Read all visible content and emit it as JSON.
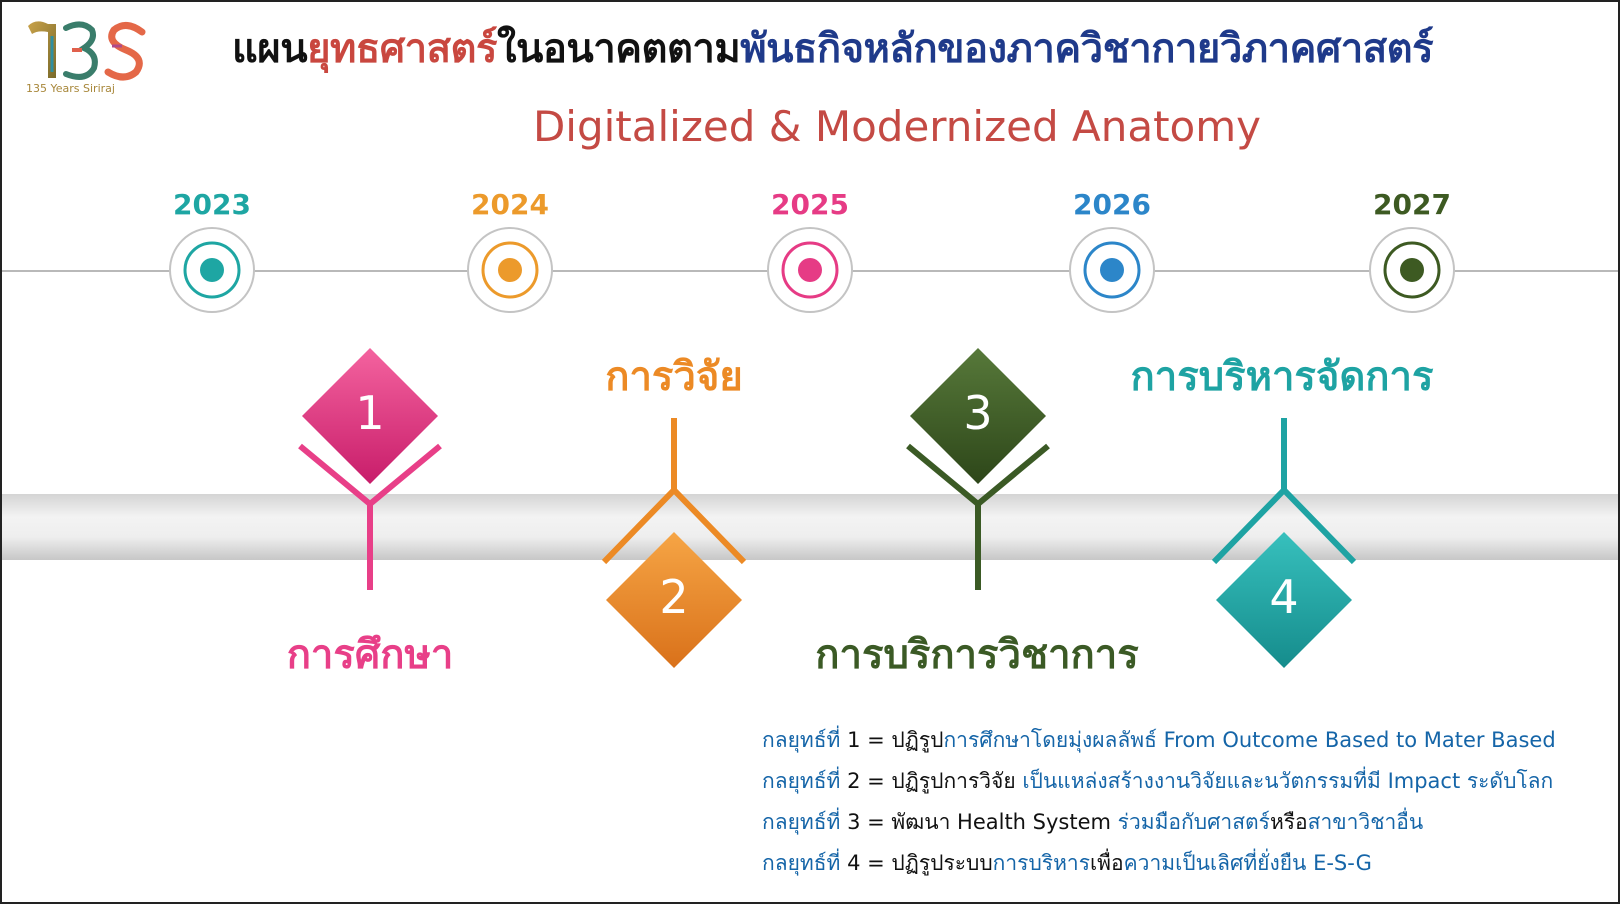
{
  "logo": {
    "mark": "135",
    "caption": "135 Years Siriraj"
  },
  "header": {
    "title_part1": "แผน",
    "title_part2": "ยุทธศาสตร์",
    "title_part3": "ในอนาคตตาม",
    "title_part4": "พันธกิจหลักของภาควิชากายวิภาคศาสตร์",
    "subtitle": "Digitalized & Modernized Anatomy"
  },
  "timeline": {
    "years": [
      {
        "label": "2023",
        "color": "#1ea6a3"
      },
      {
        "label": "2024",
        "color": "#ec9a2b"
      },
      {
        "label": "2025",
        "color": "#e63b85"
      },
      {
        "label": "2026",
        "color": "#2c86c9"
      },
      {
        "label": "2027",
        "color": "#3d5a22"
      }
    ]
  },
  "pillars": [
    {
      "number": "1",
      "label": "การศึกษา",
      "color": "#e83f88"
    },
    {
      "number": "2",
      "label": "การวิจัย",
      "color": "#ec8a25"
    },
    {
      "number": "3",
      "label": "การบริการวิชาการ",
      "color": "#3b5a25"
    },
    {
      "number": "4",
      "label": "การบริหารจัดการ",
      "color": "#1ea3a3"
    }
  ],
  "strategies": [
    {
      "prefix": "กลยุทธ์ที่",
      "eq": "1 = ปฏิรูป",
      "text": "การศึกษาโดยมุ่งผลลัพธ์ From Outcome Based to Mater Based"
    },
    {
      "prefix": "กลยุทธ์ที่",
      "eq": "2 = ปฏิรูปการวิจัย",
      "text": " เป็นแหล่งสร้างงานวิจัยและนวัตกรรมที่มี Impact ระดับโลก"
    },
    {
      "prefix": "กลยุทธ์ที่",
      "eq": "3 = พัฒนา Health System",
      "text": " ร่วมมือกับศาสตร์",
      "k2": "หรือ",
      "text2": "สาขาวิชาอื่น"
    },
    {
      "prefix": "กลยุทธ์ที่",
      "eq": "4 = ปฏิรูประบบ",
      "text": "การบริหาร",
      "k2": "เพื่อ",
      "text2": "ความเป็นเลิศที่ยั่งยืน E-S-G"
    }
  ],
  "colors": {
    "timeline_line": "#b9b9b9",
    "title_accent_red": "#c9473f",
    "title_accent_blue": "#1f3a8a",
    "strategy_blue": "#1565a8"
  }
}
